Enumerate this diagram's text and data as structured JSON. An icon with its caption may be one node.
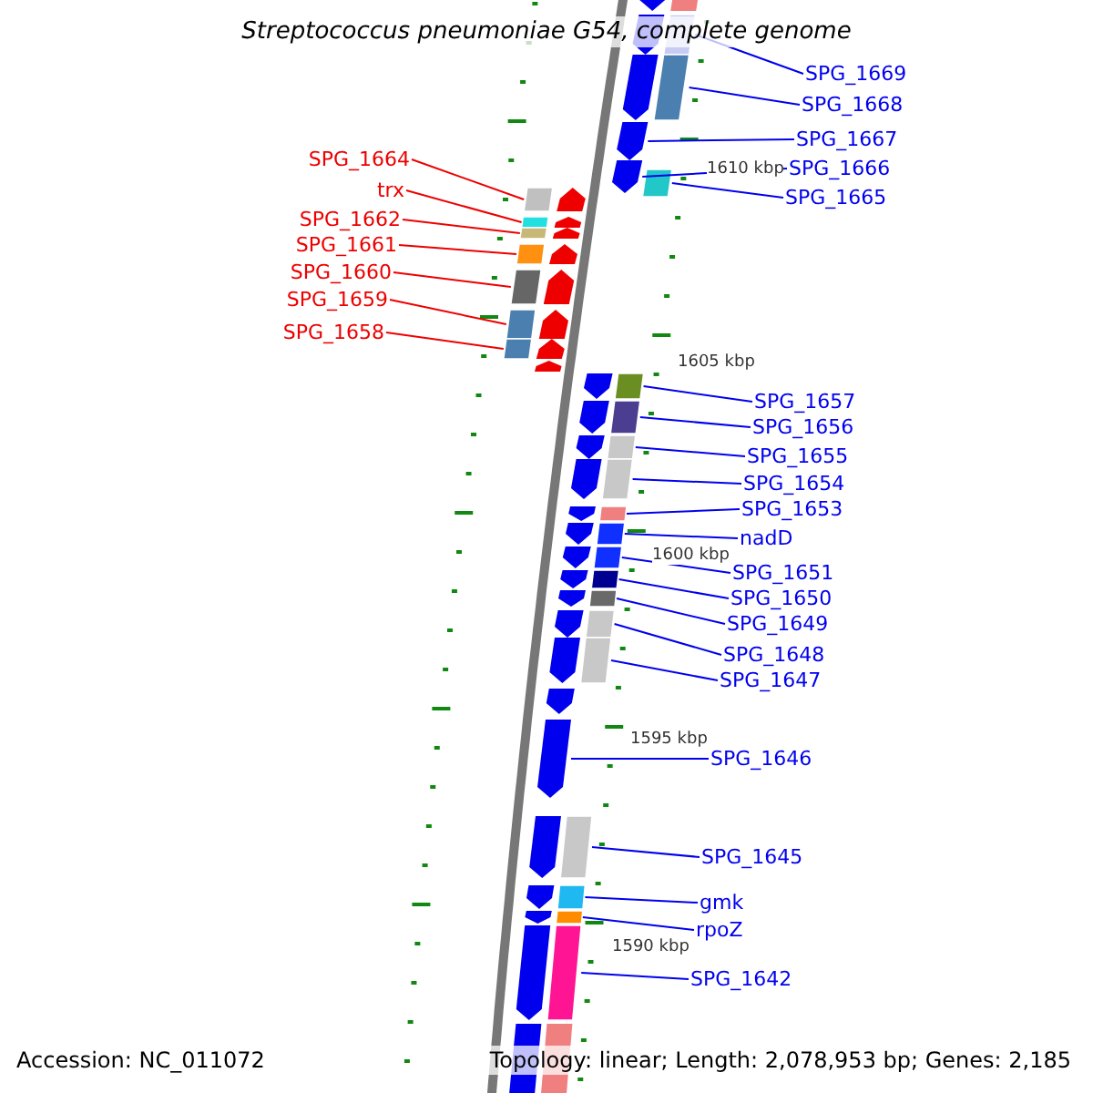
{
  "diagram": {
    "title": "Streptococcus pneumoniae G54, complete genome",
    "nodes": [
      {
        "text": [
          "SPG_1669"
        ]
      },
      {
        "text": [],
        "shape": "bar"
      },
      {
        "text": [
          "SPG_1668"
        ]
      },
      {
        "text": [],
        "shape": "bar"
      },
      {
        "text": [
          "SPG_1667"
        ]
      },
      {
        "text": [],
        "shape": "arrow"
      },
      {
        "text": [
          "SPG_1666"
        ]
      },
      {
        "text": [],
        "shape": "arrow"
      },
      {
        "text": [
          "SPG_1665"
        ]
      },
      {
        "text": [],
        "shape": "bar"
      },
      {
        "text": [
          "SPG_1664"
        ]
      },
      {
        "text": [],
        "shape": "bar"
      },
      {
        "text": [
          "trx"
        ]
      },
      {
        "text": [],
        "shape": "bar"
      },
      {
        "text": [
          "SPG_1662"
        ]
      },
      {
        "text": [],
        "shape": "bar"
      },
      {
        "text": [
          "SPG_1661"
        ]
      },
      {
        "text": [],
        "shape": "bar"
      },
      {
        "text": [
          "SPG_1660"
        ]
      },
      {
        "text": [],
        "shape": "bar"
      },
      {
        "text": [
          "SPG_1659"
        ]
      },
      {
        "text": [],
        "shape": "bar"
      },
      {
        "text": [
          "SPG_1658"
        ]
      },
      {
        "text": [],
        "shape": "bar"
      },
      {
        "text": [
          "SPG_1657"
        ]
      },
      {
        "text": [],
        "shape": "bar"
      },
      {
        "text": [
          "SPG_1656"
        ]
      },
      {
        "text": [],
        "shape": "bar"
      },
      {
        "text": [
          "SPG_1655"
        ]
      },
      {
        "text": [],
        "shape": "bar"
      },
      {
        "text": [
          "SPG_1654"
        ]
      },
      {
        "text": [],
        "shape": "bar"
      },
      {
        "text": [
          "SPG_1653"
        ]
      },
      {
        "text": [],
        "shape": "bar"
      },
      {
        "text": [
          "nadD"
        ]
      },
      {
        "text": [],
        "shape": "bar"
      },
      {
        "text": [
          "SPG_1651"
        ]
      },
      {
        "text": [],
        "shape": "bar"
      },
      {
        "text": [
          "SPG_1650"
        ]
      },
      {
        "text": [],
        "shape": "bar"
      },
      {
        "text": [
          "SPG_1649"
        ]
      },
      {
        "text": [],
        "shape": "bar"
      },
      {
        "text": [
          "SPG_1648"
        ]
      },
      {
        "text": [],
        "shape": "bar"
      },
      {
        "text": [
          "SPG_1647"
        ]
      },
      {
        "text": [],
        "shape": "bar"
      },
      {
        "text": [
          "SPG_1646"
        ]
      },
      {
        "text": [],
        "shape": "arrow"
      },
      {
        "text": [
          "SPG_1645"
        ]
      },
      {
        "text": [],
        "shape": "bar"
      },
      {
        "text": [
          "gmk"
        ]
      },
      {
        "text": [],
        "shape": "bar"
      },
      {
        "text": [
          "rpoZ"
        ]
      },
      {
        "text": [],
        "shape": "bar"
      },
      {
        "text": [
          "SPG_1642"
        ]
      },
      {
        "text": [],
        "shape": "bar"
      },
      {
        "text": [],
        "shape": "bar"
      },
      {
        "text": [],
        "shape": "arrow"
      },
      {
        "text": [],
        "shape": "arrow"
      },
      {
        "text": [],
        "shape": "bar"
      }
    ],
    "edges": [
      {
        "from": 0,
        "to": 1,
        "arrow": "none"
      },
      {
        "from": 2,
        "to": 3,
        "arrow": "none"
      },
      {
        "from": 4,
        "to": 5,
        "arrow": "none"
      },
      {
        "from": 6,
        "to": 7,
        "arrow": "none"
      },
      {
        "from": 8,
        "to": 9,
        "arrow": "none"
      },
      {
        "from": 10,
        "to": 11,
        "arrow": "none",
        "color": "#ee0000"
      },
      {
        "from": 12,
        "to": 13,
        "arrow": "none",
        "color": "#ee0000"
      },
      {
        "from": 14,
        "to": 15,
        "arrow": "none",
        "color": "#ee0000"
      },
      {
        "from": 16,
        "to": 17,
        "arrow": "none",
        "color": "#ee0000"
      },
      {
        "from": 18,
        "to": 19,
        "arrow": "none",
        "color": "#ee0000"
      },
      {
        "from": 20,
        "to": 21,
        "arrow": "none",
        "color": "#ee0000"
      },
      {
        "from": 22,
        "to": 23,
        "arrow": "none",
        "color": "#ee0000"
      },
      {
        "from": 24,
        "to": 25,
        "arrow": "none"
      },
      {
        "from": 26,
        "to": 27,
        "arrow": "none"
      },
      {
        "from": 28,
        "to": 29,
        "arrow": "none"
      },
      {
        "from": 30,
        "to": 31,
        "arrow": "none"
      },
      {
        "from": 32,
        "to": 33,
        "arrow": "none"
      },
      {
        "from": 34,
        "to": 35,
        "arrow": "none"
      },
      {
        "from": 36,
        "to": 37,
        "arrow": "none"
      },
      {
        "from": 38,
        "to": 39,
        "arrow": "none"
      },
      {
        "from": 40,
        "to": 41,
        "arrow": "none"
      },
      {
        "from": 42,
        "to": 43,
        "arrow": "none"
      },
      {
        "from": 44,
        "to": 45,
        "arrow": "none"
      },
      {
        "from": 46,
        "to": 47,
        "arrow": "none"
      },
      {
        "from": 48,
        "to": 49,
        "arrow": "none"
      },
      {
        "from": 50,
        "to": 51,
        "arrow": "none"
      },
      {
        "from": 52,
        "to": 53,
        "arrow": "none"
      },
      {
        "from": 54,
        "to": 55,
        "arrow": "none"
      }
    ],
    "labels": [
      "1610 kbp",
      "1605 kbp",
      "1600 kbp",
      "1595 kbp",
      "1590 kbp",
      "Accession: NC_011072",
      "Topology: linear; Length: 2,078,953 bp; Genes: 2,185"
    ]
  }
}
